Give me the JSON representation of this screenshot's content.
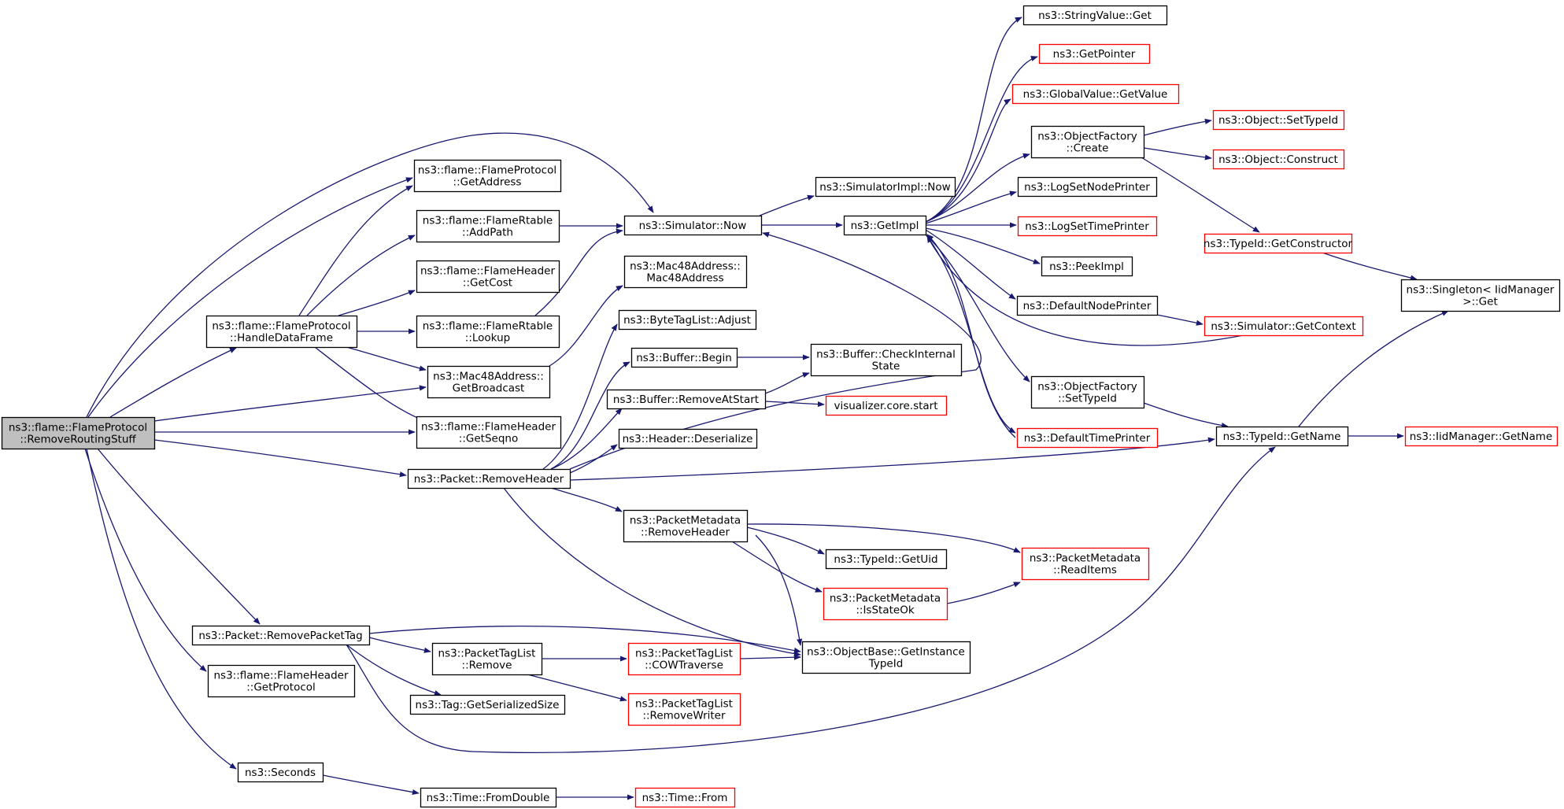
{
  "diagram": {
    "type": "call-graph",
    "colors": {
      "edge": "#191970",
      "node_border_default": "#000000",
      "node_border_missing": "#ff0000",
      "root_fill": "#bfbfbf",
      "node_fill": "#ffffff",
      "text": "#000000"
    },
    "nodes": [
      {
        "id": "removeRoutingStuff",
        "lines": [
          "ns3::flame::FlameProtocol",
          "::RemoveRoutingStuff"
        ],
        "style": "root"
      },
      {
        "id": "getAddress",
        "lines": [
          "ns3::flame::FlameProtocol",
          "::GetAddress"
        ],
        "style": "normal"
      },
      {
        "id": "addPath",
        "lines": [
          "ns3::flame::FlameRtable",
          "::AddPath"
        ],
        "style": "normal"
      },
      {
        "id": "getCost",
        "lines": [
          "ns3::flame::FlameHeader",
          "::GetCost"
        ],
        "style": "normal"
      },
      {
        "id": "handleDataFrame",
        "lines": [
          "ns3::flame::FlameProtocol",
          "::HandleDataFrame"
        ],
        "style": "normal"
      },
      {
        "id": "lookup",
        "lines": [
          "ns3::flame::FlameRtable",
          "::Lookup"
        ],
        "style": "normal"
      },
      {
        "id": "getBroadcast",
        "lines": [
          "ns3::Mac48Address::",
          "GetBroadcast"
        ],
        "style": "normal"
      },
      {
        "id": "getSeqno",
        "lines": [
          "ns3::flame::FlameHeader",
          "::GetSeqno"
        ],
        "style": "normal"
      },
      {
        "id": "removeHeader",
        "lines": [
          "ns3::Packet::RemoveHeader"
        ],
        "style": "normal"
      },
      {
        "id": "removePacketTag",
        "lines": [
          "ns3::Packet::RemovePacketTag"
        ],
        "style": "normal"
      },
      {
        "id": "getProtocol",
        "lines": [
          "ns3::flame::FlameHeader",
          "::GetProtocol"
        ],
        "style": "normal"
      },
      {
        "id": "seconds",
        "lines": [
          "ns3::Seconds"
        ],
        "style": "normal"
      },
      {
        "id": "simNow",
        "lines": [
          "ns3::Simulator::Now"
        ],
        "style": "normal"
      },
      {
        "id": "mac48ctor",
        "lines": [
          "ns3::Mac48Address::",
          "Mac48Address"
        ],
        "style": "normal"
      },
      {
        "id": "btlAdjust",
        "lines": [
          "ns3::ByteTagList::Adjust"
        ],
        "style": "normal"
      },
      {
        "id": "bufBegin",
        "lines": [
          "ns3::Buffer::Begin"
        ],
        "style": "normal"
      },
      {
        "id": "bufRemoveAtStart",
        "lines": [
          "ns3::Buffer::RemoveAtStart"
        ],
        "style": "normal"
      },
      {
        "id": "hdrDeserialize",
        "lines": [
          "ns3::Header::Deserialize"
        ],
        "style": "normal"
      },
      {
        "id": "pmRemoveHeader",
        "lines": [
          "ns3::PacketMetadata",
          "::RemoveHeader"
        ],
        "style": "normal"
      },
      {
        "id": "ptlRemove",
        "lines": [
          "ns3::PacketTagList",
          "::Remove"
        ],
        "style": "normal"
      },
      {
        "id": "tagSerSize",
        "lines": [
          "ns3::Tag::GetSerializedSize"
        ],
        "style": "normal"
      },
      {
        "id": "timeFromDouble",
        "lines": [
          "ns3::Time::FromDouble"
        ],
        "style": "normal"
      },
      {
        "id": "simImplNow",
        "lines": [
          "ns3::SimulatorImpl::Now"
        ],
        "style": "normal"
      },
      {
        "id": "getImpl",
        "lines": [
          "ns3::GetImpl"
        ],
        "style": "normal"
      },
      {
        "id": "bufCheckInternal",
        "lines": [
          "ns3::Buffer::CheckInternal",
          "State"
        ],
        "style": "normal"
      },
      {
        "id": "vizStart",
        "lines": [
          "visualizer.core.start"
        ],
        "style": "missing"
      },
      {
        "id": "typeIdGetUid",
        "lines": [
          "ns3::TypeId::GetUid"
        ],
        "style": "normal"
      },
      {
        "id": "pmIsStateOk",
        "lines": [
          "ns3::PacketMetadata",
          "::IsStateOk"
        ],
        "style": "missing"
      },
      {
        "id": "ptlCOW",
        "lines": [
          "ns3::PacketTagList",
          "::COWTraverse"
        ],
        "style": "missing"
      },
      {
        "id": "ptlRemoveWriter",
        "lines": [
          "ns3::PacketTagList",
          "::RemoveWriter"
        ],
        "style": "missing"
      },
      {
        "id": "obGetInstance",
        "lines": [
          "ns3::ObjectBase::GetInstance",
          "TypeId"
        ],
        "style": "normal"
      },
      {
        "id": "timeFrom",
        "lines": [
          "ns3::Time::From"
        ],
        "style": "missing"
      },
      {
        "id": "strValGet",
        "lines": [
          "ns3::StringValue::Get"
        ],
        "style": "normal"
      },
      {
        "id": "getPointer",
        "lines": [
          "ns3::GetPointer"
        ],
        "style": "missing"
      },
      {
        "id": "gvGetValue",
        "lines": [
          "ns3::GlobalValue::GetValue"
        ],
        "style": "missing"
      },
      {
        "id": "ofCreate",
        "lines": [
          "ns3::ObjectFactory",
          "::Create"
        ],
        "style": "normal"
      },
      {
        "id": "logSetNode",
        "lines": [
          "ns3::LogSetNodePrinter"
        ],
        "style": "normal"
      },
      {
        "id": "logSetTime",
        "lines": [
          "ns3::LogSetTimePrinter"
        ],
        "style": "missing"
      },
      {
        "id": "peekImpl",
        "lines": [
          "ns3::PeekImpl"
        ],
        "style": "normal"
      },
      {
        "id": "defNodePrinter",
        "lines": [
          "ns3::DefaultNodePrinter"
        ],
        "style": "normal"
      },
      {
        "id": "ofSetTypeId",
        "lines": [
          "ns3::ObjectFactory",
          "::SetTypeId"
        ],
        "style": "normal"
      },
      {
        "id": "defTimePrinter",
        "lines": [
          "ns3::DefaultTimePrinter"
        ],
        "style": "missing"
      },
      {
        "id": "pmReadItems",
        "lines": [
          "ns3::PacketMetadata",
          "::ReadItems"
        ],
        "style": "missing"
      },
      {
        "id": "objSetTypeId",
        "lines": [
          "ns3::Object::SetTypeId"
        ],
        "style": "missing"
      },
      {
        "id": "objConstruct",
        "lines": [
          "ns3::Object::Construct"
        ],
        "style": "missing"
      },
      {
        "id": "tidGetConstructor",
        "lines": [
          "ns3::TypeId::GetConstructor"
        ],
        "style": "missing"
      },
      {
        "id": "simGetContext",
        "lines": [
          "ns3::Simulator::GetContext"
        ],
        "style": "missing"
      },
      {
        "id": "tidGetName",
        "lines": [
          "ns3::TypeId::GetName"
        ],
        "style": "normal"
      },
      {
        "id": "singletonGet",
        "lines": [
          "ns3::Singleton< IidManager",
          " >::Get"
        ],
        "style": "normal"
      },
      {
        "id": "iidGetName",
        "lines": [
          "ns3::IidManager::GetName"
        ],
        "style": "missing"
      }
    ]
  }
}
